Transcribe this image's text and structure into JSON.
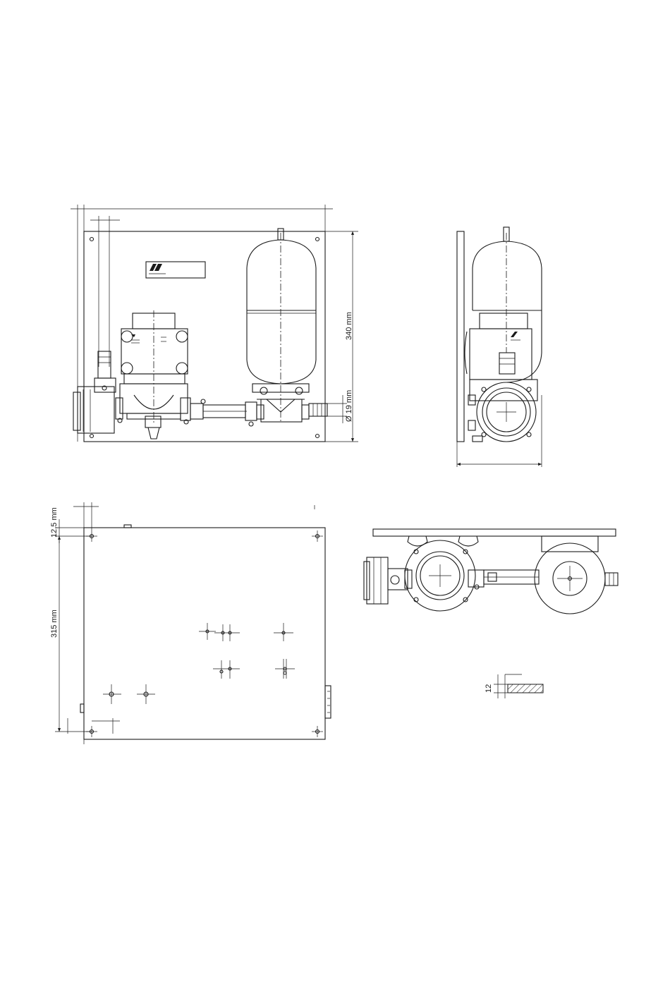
{
  "dimensions": {
    "height_label": "340 mm",
    "pipe_diameter_label": "Ø 19 mm",
    "margin_label": "12,5 mm",
    "depth_label": "315 mm",
    "plate_thickness_label": "12"
  },
  "colors": {
    "line": "#1a1a1a",
    "background": "#ffffff"
  }
}
